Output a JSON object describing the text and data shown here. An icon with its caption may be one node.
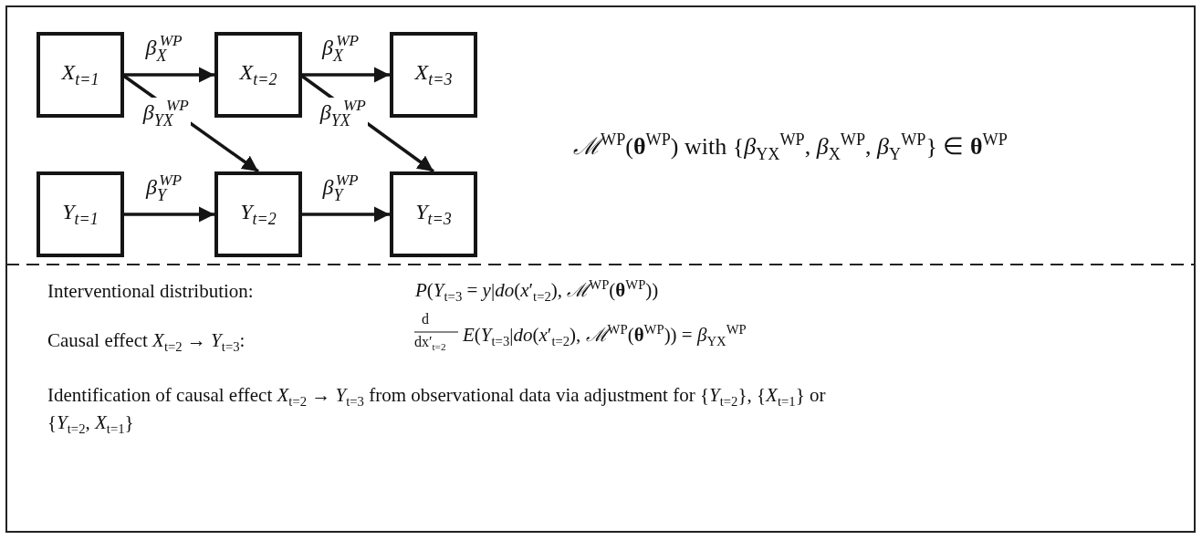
{
  "diagram": {
    "nodes": [
      {
        "text": [
          "X$_{t=1}$"
        ]
      },
      {
        "text": [
          "X$_{t=2}$"
        ]
      },
      {
        "text": [
          "X$_{t=3}$"
        ]
      },
      {
        "text": [
          "Y$_{t=1}$"
        ]
      },
      {
        "text": [
          "Y$_{t=2}$"
        ]
      },
      {
        "text": [
          "Y$_{t=3}$"
        ]
      }
    ],
    "edges": [
      {
        "from": 0,
        "to": 1,
        "arrow": "to",
        "label": "β$_{X}$$^{WP}$"
      },
      {
        "from": 1,
        "to": 2,
        "arrow": "to",
        "label": "β$_{X}$$^{WP}$"
      },
      {
        "from": 0,
        "to": 4,
        "arrow": "to",
        "label": "β$_{YX}$$^{WP}$"
      },
      {
        "from": 1,
        "to": 5,
        "arrow": "to",
        "label": "β$_{YX}$$^{WP}$"
      },
      {
        "from": 3,
        "to": 4,
        "arrow": "to",
        "label": "β$_{Y}$$^{WP}$"
      },
      {
        "from": 4,
        "to": 5,
        "arrow": "to",
        "label": "β$_{Y}$$^{WP}$"
      }
    ],
    "labels": [
      "*ℳ*$^{WP}$(**θ**$^{WP}$) with {*β*$_{YX}$$^{WP}$, *β*$_{X}$$^{WP}$, *β*$_{Y}$$^{WP}$} ∈ **θ**$^{WP}$",
      "Interventional distribution:",
      "*P*(*Y*$_{t=3}$ = *y*|*do*(*x*′$_{t=2}$), *ℳ*$^{WP}$(**θ**$^{WP}$))",
      "Causal effect *X*$_{t=2}$ → *Y*$_{t=3}$:",
      "d",
      "dx′$_{t=2}$",
      "*E*(*Y*$_{t=3}$|*do*(*x*′$_{t=2}$), *ℳ*$^{WP}$(**θ**$^{WP}$)) = *β*$_{YX}$$^{WP}$",
      "Identification of causal effect *X*$_{t=2}$ → *Y*$_{t=3}$ from observational data via adjustment for {*Y*$_{t=2}$}, {*X*$_{t=1}$} or {*Y*$_{t=2}$, *X*$_{t=1}$}"
    ]
  }
}
